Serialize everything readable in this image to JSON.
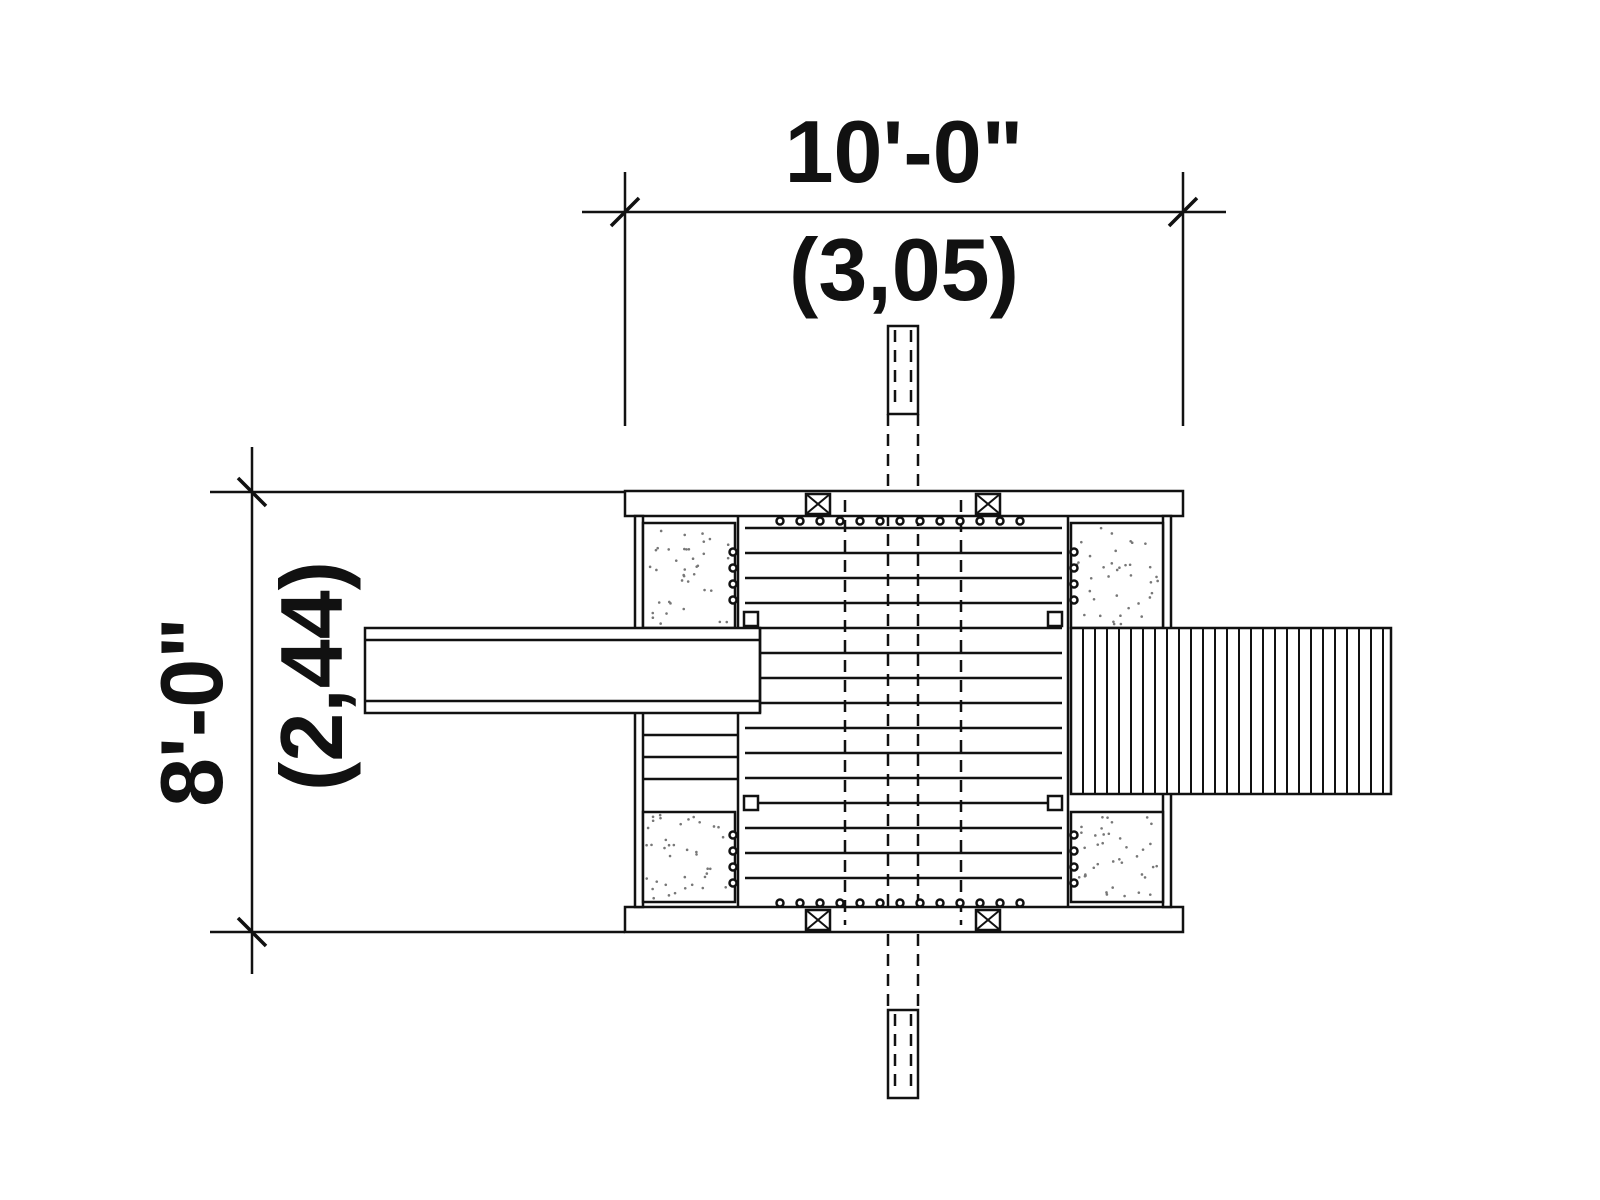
{
  "dimensions": {
    "width": {
      "imperial": "10'-0\"",
      "metric": "(3,05)"
    },
    "depth": {
      "imperial": "8'-0\"",
      "metric": "(2,44)"
    }
  },
  "colors": {
    "line": "#111111",
    "background": "#ffffff",
    "stipple": "#777777"
  }
}
